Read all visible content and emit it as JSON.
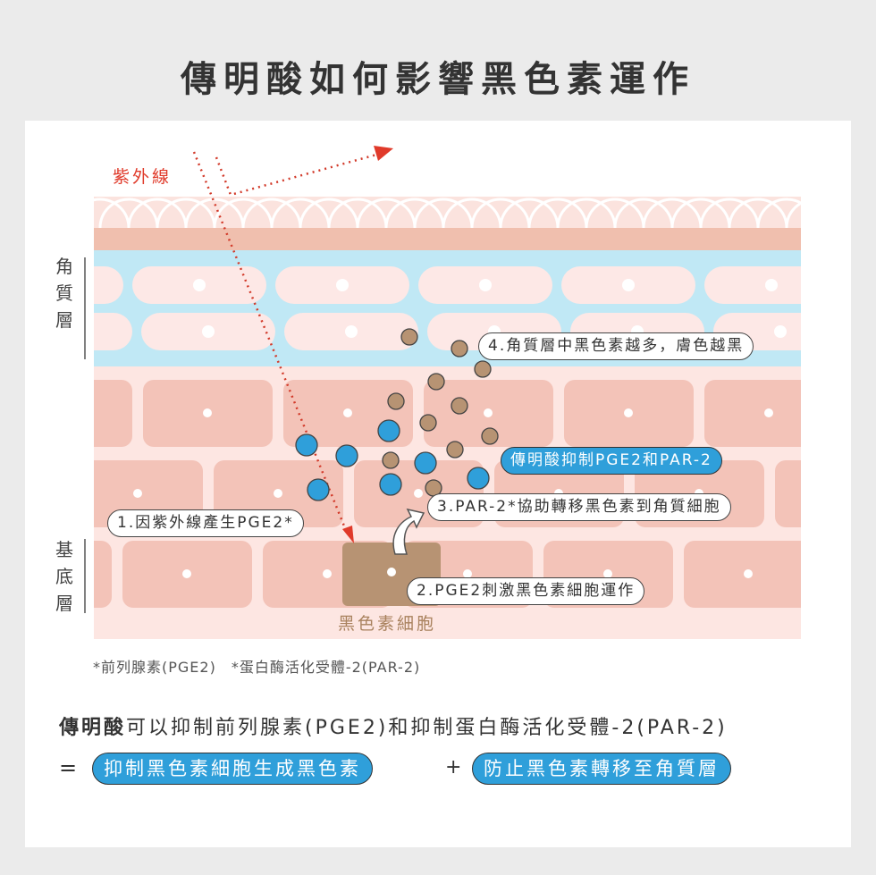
{
  "title": "傳明酸如何影響黑色素運作",
  "uv_label": "紫外線",
  "layers": {
    "stratum_corneum": "角質層",
    "basal": "基底層"
  },
  "melanocyte_label": "黑色素細胞",
  "callouts": {
    "step1": "1.因紫外線產生PGE2*",
    "step2": "2.PGE2刺激黑色素細胞運作",
    "step3": "3.PAR-2*協助轉移黑色素到角質細胞",
    "step4": "4.角質層中黑色素越多，膚色越黑",
    "inhibit": "傳明酸抑制PGE2和PAR-2"
  },
  "footnote": "*前列腺素(PGE2)　*蛋白酶活化受體-2(PAR-2)",
  "summary": {
    "bold": "傳明酸",
    "rest": "可以抑制前列腺素(PGE2)和抑制蛋白酶活化受體-2(PAR-2)",
    "equals": "=",
    "plus": "+",
    "result1": "抑制黑色素細胞生成黑色素",
    "result2": "防止黑色素轉移至角質層"
  },
  "colors": {
    "uv": "#e03a2a",
    "blue": "#2f9fda",
    "melanin": "#b79373"
  }
}
